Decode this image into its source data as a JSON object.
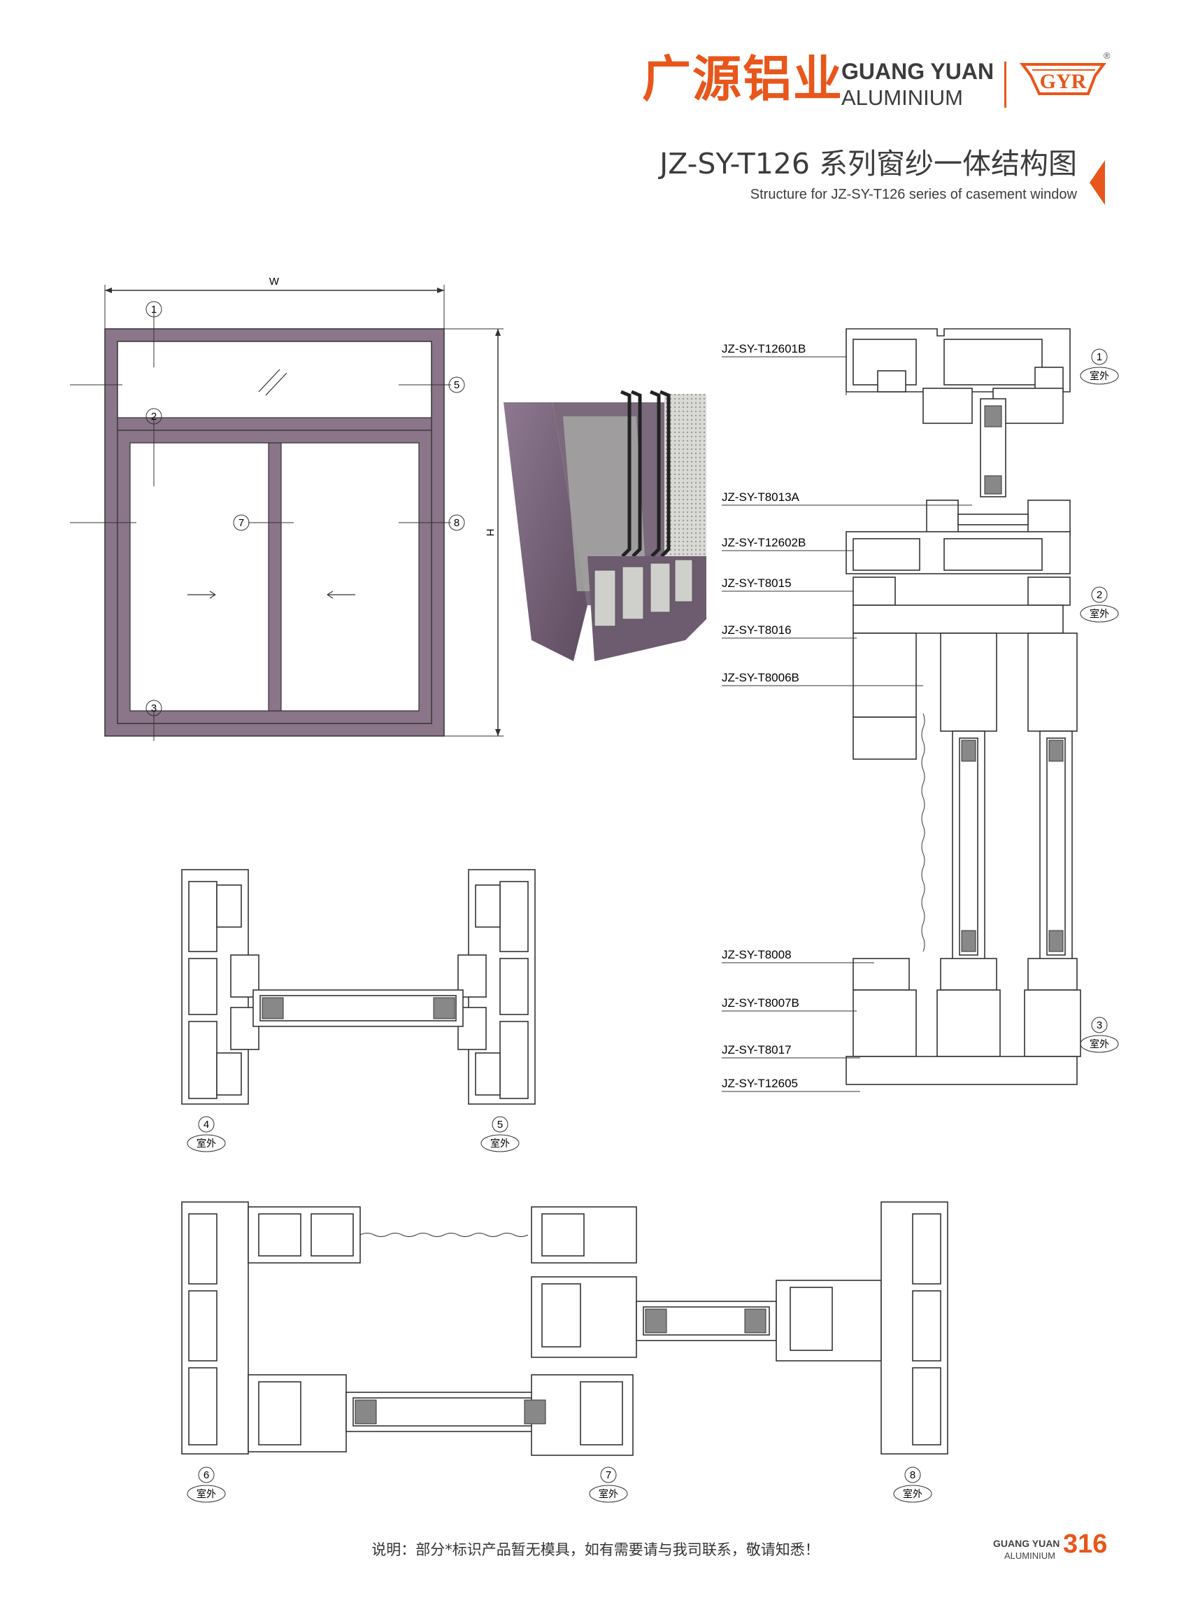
{
  "header": {
    "brand_cn": "广源铝业",
    "brand_en_line1": "GUANG YUAN",
    "brand_en_line2": "ALUMINIUM",
    "logo_text": "GYR",
    "registered_mark": "®",
    "title_cn": "JZ-SY-T126 系列窗纱一体结构图",
    "title_en": "Structure for JZ-SY-T126 series of casement window"
  },
  "elevation": {
    "width_label": "W",
    "height_label": "H",
    "callouts": [
      "1",
      "2",
      "3",
      "4",
      "5",
      "6",
      "7",
      "8"
    ]
  },
  "section_labels": {
    "profiles": [
      "JZ-SY-T12601B",
      "JZ-SY-T8013A",
      "JZ-SY-T12602B",
      "JZ-SY-T8015",
      "JZ-SY-T8016",
      "JZ-SY-T8006B",
      "JZ-SY-T8008",
      "JZ-SY-T8007B",
      "JZ-SY-T8017",
      "JZ-SY-T12605"
    ],
    "badge_text": "室外",
    "section_numbers": [
      "1",
      "2",
      "3",
      "4",
      "5",
      "6",
      "7",
      "8"
    ]
  },
  "footer": {
    "note": "说明：部分*标识产品暂无模具，如有需要请与我司联系，敬请知悉！",
    "brand_line1": "GUANG YUAN",
    "brand_line2": "ALUMINIUM",
    "page_number": "316"
  },
  "colors": {
    "accent": "#e8561b",
    "frame": "#7d6a7c",
    "line": "#333333"
  }
}
